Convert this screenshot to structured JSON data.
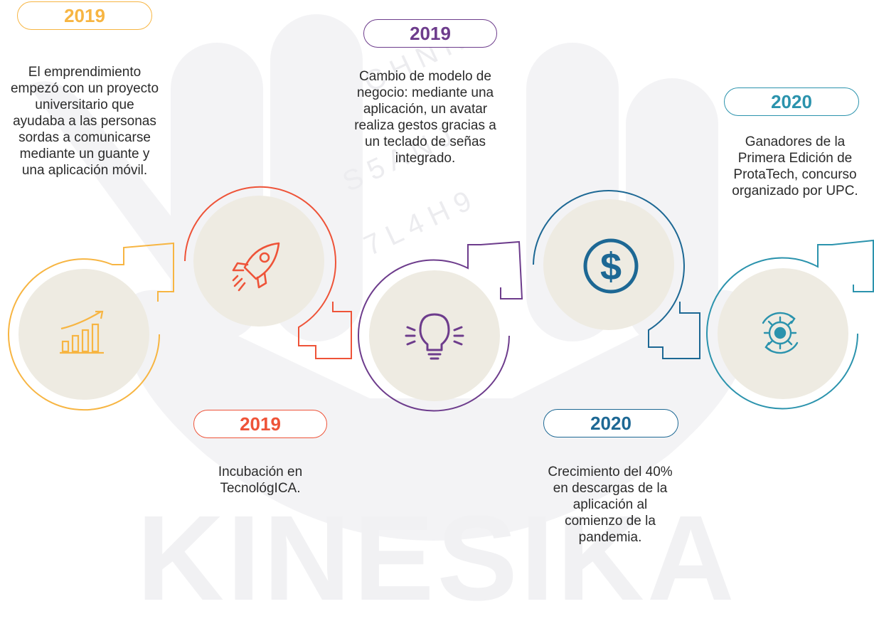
{
  "watermark": "KINESIKA",
  "colors": {
    "orange": "#F7B542",
    "red": "#EE5338",
    "purple": "#6D3C8C",
    "blue": "#1D6894",
    "teal": "#2B93AD",
    "disc": "#EEEBE2"
  },
  "milestones": [
    {
      "year": "2019",
      "icon": "growth-chart-icon",
      "description": "El emprendimiento empezó con un proyecto universitario que ayudaba a las personas sordas a comunicarse mediante un guante y una aplicación móvil."
    },
    {
      "year": "2019",
      "icon": "rocket-icon",
      "description": "Incubación en TecnológICA."
    },
    {
      "year": "2019",
      "icon": "lightbulb-icon",
      "description": "Cambio de modelo de negocio: mediante una aplicación, un avatar realiza gestos gracias a un teclado de señas integrado."
    },
    {
      "year": "2020",
      "icon": "dollar-icon",
      "description": "Crecimiento del 40% en descargas de la aplicación al comienzo de la pandemia."
    },
    {
      "year": "2020",
      "icon": "gear-cycle-icon",
      "description": "Ganadores de la Primera Edición de ProtaTech, concurso organizado por UPC."
    }
  ]
}
